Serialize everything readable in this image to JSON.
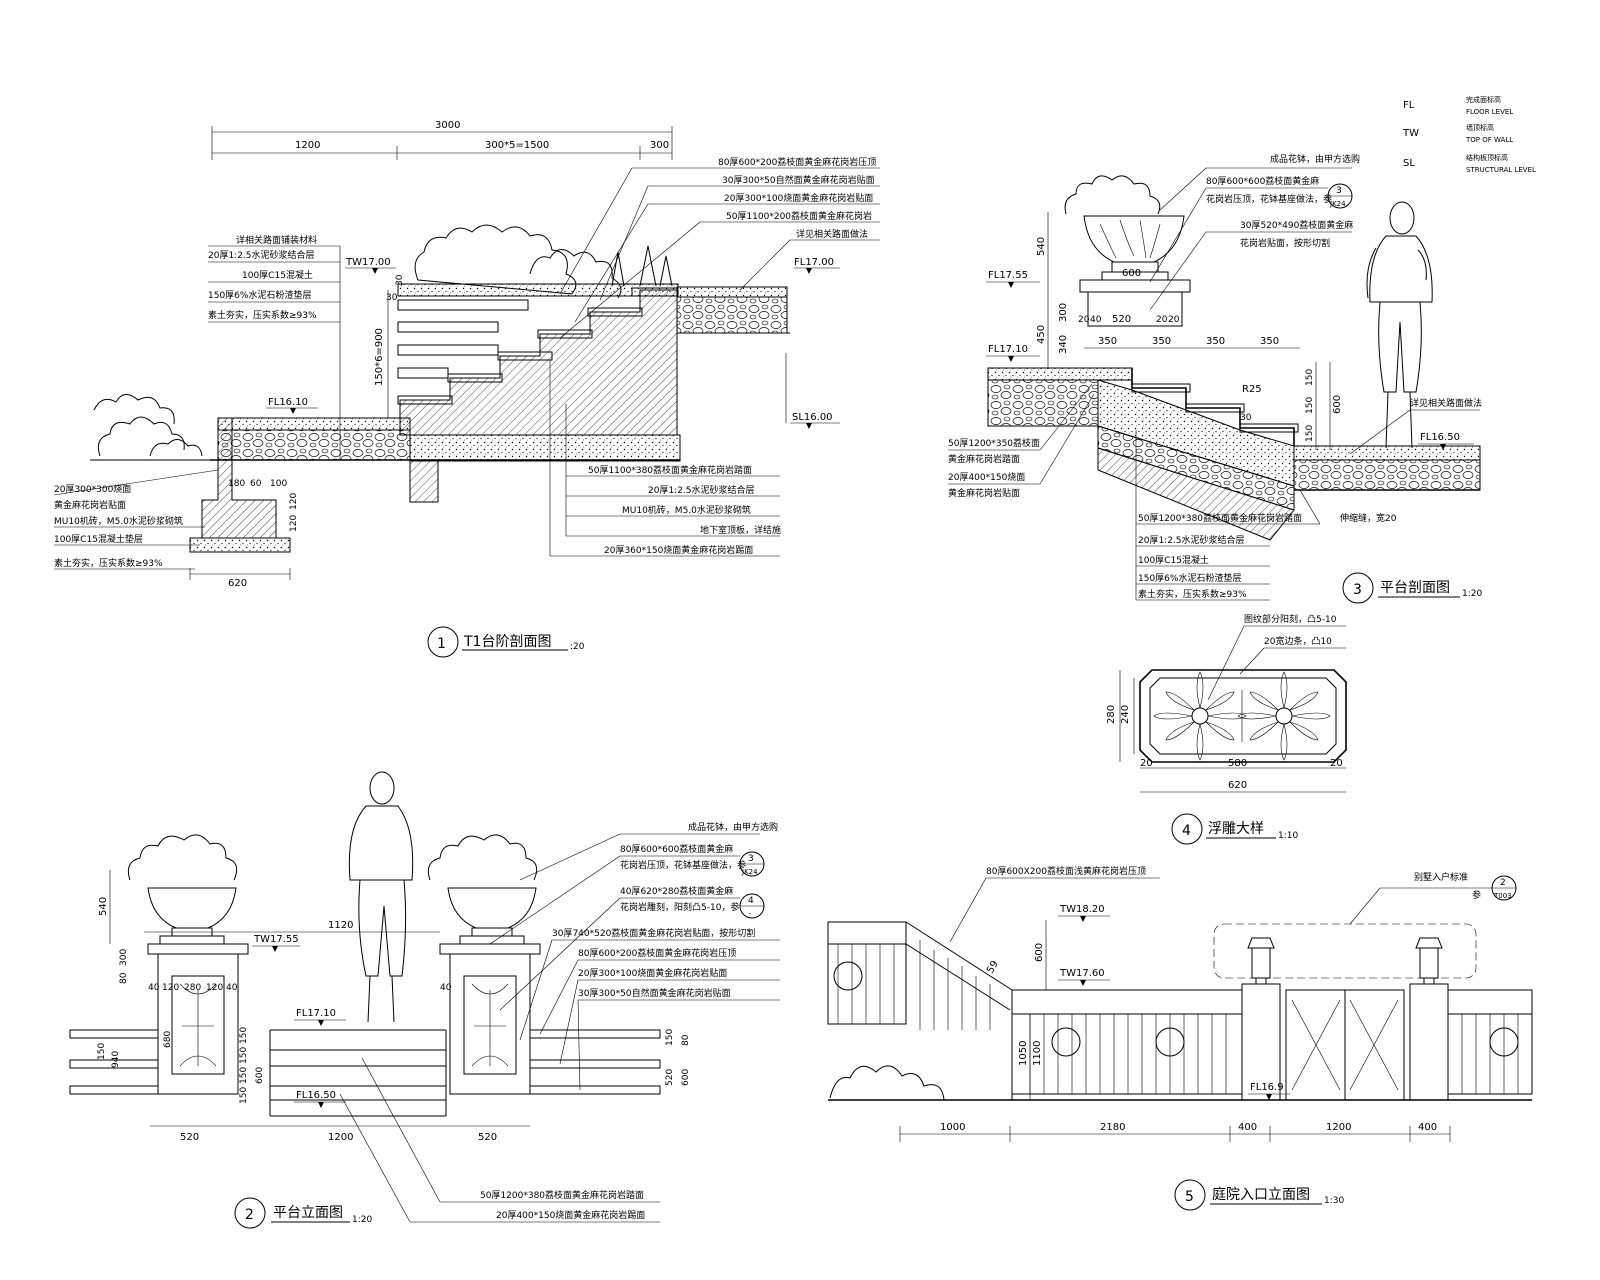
{
  "legend": [
    {
      "code": "FL",
      "cn": "完成面标高",
      "en": "FLOOR LEVEL"
    },
    {
      "code": "TW",
      "cn": "墙顶标高",
      "en": "TOP OF WALL"
    },
    {
      "code": "SL",
      "cn": "结构板顶标高",
      "en": "STRUCTURAL LEVEL"
    }
  ],
  "views": {
    "v1": {
      "num": "1",
      "title": "T1台阶剖面图",
      "scale": ":20"
    },
    "v2": {
      "num": "2",
      "title": "平台立面图",
      "scale": "1:20"
    },
    "v3": {
      "num": "3",
      "title": "平台剖面图",
      "scale": "1:20"
    },
    "v4": {
      "num": "4",
      "title": "浮雕大样",
      "scale": "1:10"
    },
    "v5": {
      "num": "5",
      "title": "庭院入口立面图",
      "scale": "1:30"
    }
  },
  "s1": {
    "dims": {
      "total": "3000",
      "d1": "1200",
      "d2": "300*5=1500",
      "d3": "300",
      "rise": "150*6=900",
      "d30a": "30",
      "d30b": "30",
      "foot": "620",
      "d180": "180",
      "d60": "60",
      "d100": "100",
      "d120a": "120",
      "d120b": "120"
    },
    "levels": {
      "tw": "TW17.00",
      "fl_top": "FL17.00",
      "fl_low": "FL16.10",
      "sl": "SL16.00"
    },
    "notes_right_top": [
      "80厚600*200荔枝面黄金麻花岗岩压顶",
      "30厚300*50自然面黄金麻花岗岩贴面",
      "20厚300*100烧面黄金麻花岗岩贴面",
      "50厚1100*200荔枝面黄金麻花岗岩",
      "详见相关路面做法"
    ],
    "notes_left": [
      "详相关路面铺装材料",
      "20厚1:2.5水泥砂浆结合层",
      "100厚C15混凝土",
      "150厚6%水泥石粉渣垫层",
      "素土夯实，压实系数≥93%"
    ],
    "notes_foot": [
      "20厚300*300烧面",
      "黄金麻花岗岩贴面",
      "MU10机砖，M5.0水泥砂浆砌筑",
      "100厚C15混凝土垫层",
      "素土夯实，压实系数≥93%"
    ],
    "notes_right_bottom": [
      "50厚1100*380荔枝面黄金麻花岗岩踏面",
      "20厚1:2.5水泥砂浆结合层",
      "MU10机砖，M5.0水泥砂浆砌筑",
      "地下室顶板，详结施",
      "20厚360*150烧面黄金麻花岗岩踢面"
    ]
  },
  "s2": {
    "dims": {
      "h540": "540",
      "w1120": "1120",
      "b520a": "520",
      "b1200": "1200",
      "b520b": "520",
      "v300": "300",
      "v80": "80",
      "d40a": "40",
      "d120": "120",
      "d280": "280",
      "d120b": "120",
      "d40b": "40",
      "d40c": "40",
      "v680": "680",
      "v940": "940",
      "v150": "150",
      "v150a": "150",
      "v150b": "150",
      "v150c": "150",
      "v150d": "150",
      "v600": "600",
      "r150": "150",
      "r80": "80",
      "r520": "520",
      "r600": "600"
    },
    "levels": {
      "tw": "TW17.55",
      "fl_top": "FL17.10",
      "fl_low": "FL16.50"
    },
    "notes": [
      "成品花钵，由甲方选购",
      "80厚600*600荔枝面黄金麻",
      "花岗岩压顶，花钵基座做法，参",
      "40厚620*280荔枝面黄金麻",
      "花岗岩雕刻，阳刻凸5-10，参",
      "30厚740*520荔枝面黄金麻花岗岩贴面，按形切割",
      "80厚600*200荔枝面黄金麻花岗岩压顶",
      "20厚300*100烧面黄金麻花岗岩贴面",
      "30厚300*50自然面黄金麻花岗岩贴面"
    ],
    "refs": {
      "r1_num": "3",
      "r1_sheet": "JK24",
      "r2_num": "4",
      "r2_sheet": "-"
    },
    "notes_bottom": [
      "50厚1200*380荔枝面黄金麻花岗岩踏面",
      "20厚400*150烧面黄金麻花岗岩踢面"
    ]
  },
  "s3": {
    "dims": {
      "h540": "540",
      "h300": "300",
      "h340": "340",
      "h450": "450",
      "w600": "600",
      "w520": "520",
      "d20a": "20",
      "d40": "40",
      "d20b": "20",
      "d20c": "20",
      "t1": "350",
      "t2": "350",
      "t3": "350",
      "t4": "350",
      "r150a": "150",
      "r150b": "150",
      "r150c": "150",
      "r600": "600",
      "rad": "R25",
      "d30": "30"
    },
    "levels": {
      "fl_top": "FL17.55",
      "fl_mid": "FL17.10",
      "fl_low": "FL16.50"
    },
    "notes_top": [
      "成品花钵，由甲方选购",
      "80厚600*600荔枝面黄金麻",
      "花岗岩压顶，花钵基座做法，参",
      "30厚520*490荔枝面黄金麻",
      "花岗岩贴面，按形切割"
    ],
    "ref": {
      "num": "3",
      "sheet": "JK24"
    },
    "notes_right": [
      "详见相关路面做法"
    ],
    "notes_left": [
      "50厚1200*350荔枝面",
      "黄金麻花岗岩踏面",
      "20厚400*150烧面",
      "黄金麻花岗岩贴面"
    ],
    "notes_bottom": [
      "50厚1200*380荔枝面黄金麻花岗岩踏面",
      "20厚1:2.5水泥砂浆结合层",
      "100厚C15混凝土",
      "150厚6%水泥石粉渣垫层",
      "素土夯实，压实系数≥93%"
    ],
    "joint": "伸缩缝，宽20"
  },
  "s4": {
    "notes": [
      "图纹部分阳刻，凸5-10",
      "20宽边条，凸10"
    ],
    "dims": {
      "h280": "280",
      "h240": "240",
      "w20a": "20",
      "w580": "580",
      "w20b": "20",
      "w620": "620"
    }
  },
  "s5": {
    "notes": [
      "80厚600X200荔枝面浅黄麻花岗岩压顶",
      "别墅入户标准",
      "参"
    ],
    "ref": {
      "num": "2",
      "sheet": "T003"
    },
    "levels": {
      "tw1": "TW18.20",
      "tw2": "TW17.60",
      "fl": "FL16.9"
    },
    "dims": {
      "v600": "600",
      "v59": "59",
      "v1050": "1050",
      "v1100": "1100",
      "b1000": "1000",
      "b2180": "2180",
      "b400a": "400",
      "b1200": "1200",
      "b400b": "400"
    }
  }
}
